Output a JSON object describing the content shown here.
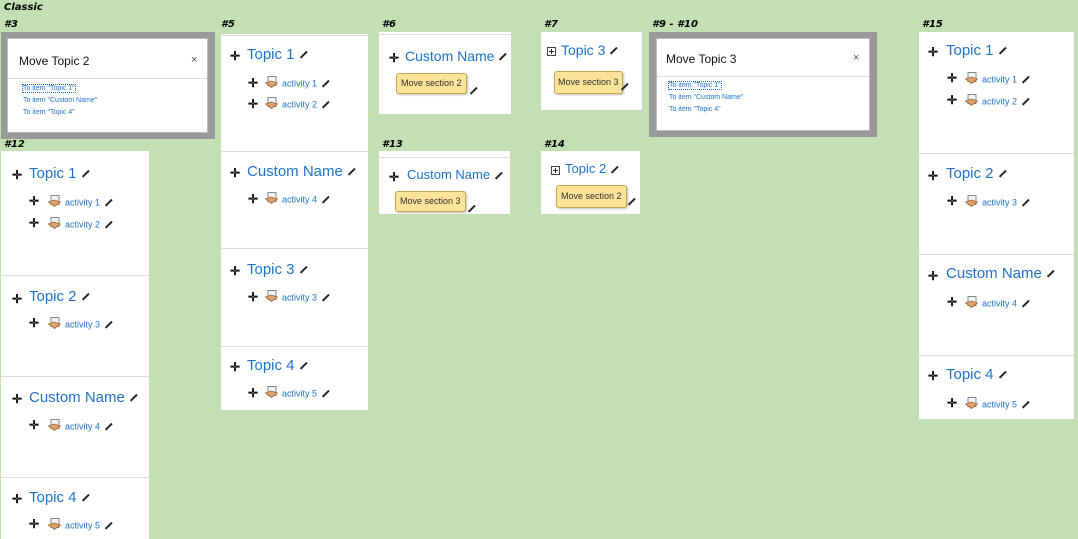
{
  "page": {
    "title": "Classic"
  },
  "panels": {
    "p3": {
      "label": "#3",
      "dialog_title": "Move Topic 2",
      "close": "×",
      "links": [
        "To item \"Topic 1\"",
        "To item \"Custom Name\"",
        "To item \"Topic 4\""
      ]
    },
    "p5": {
      "label": "#5",
      "sections": [
        {
          "title": "Topic 1",
          "activities": [
            "activity 1",
            "activity 2"
          ]
        },
        {
          "title": "Custom Name",
          "activities": [
            "activity 4"
          ]
        },
        {
          "title": "Topic 3",
          "activities": [
            "activity 3"
          ]
        },
        {
          "title": "Topic 4",
          "activities": [
            "activity 5"
          ]
        }
      ]
    },
    "p6": {
      "label": "#6",
      "title": "Custom Name",
      "tag": "Move section 2"
    },
    "p7": {
      "label": "#7",
      "title": "Topic 3",
      "tag": "Move section 3"
    },
    "p910": {
      "label": "#9 - #10",
      "dialog_title": "Move Topic 3",
      "close": "×",
      "links": [
        "To item \"Topic 1\"",
        "To item \"Custom Name\"",
        "To item \"Topic 4\""
      ]
    },
    "p12": {
      "label": "#12",
      "sections": [
        {
          "title": "Topic 1",
          "activities": [
            "activity 1",
            "activity 2"
          ]
        },
        {
          "title": "Topic 2",
          "activities": [
            "activity 3"
          ]
        },
        {
          "title": "Custom Name",
          "activities": [
            "activity 4"
          ]
        },
        {
          "title": "Topic 4",
          "activities": [
            "activity 5"
          ]
        }
      ]
    },
    "p13": {
      "label": "#13",
      "title": "Custom Name",
      "tag": "Move section 3"
    },
    "p14": {
      "label": "#14",
      "title": "Topic 2",
      "tag": "Move section 2"
    },
    "p15": {
      "label": "#15",
      "sections": [
        {
          "title": "Topic 1",
          "activities": [
            "activity 1",
            "activity 2"
          ]
        },
        {
          "title": "Topic 2",
          "activities": [
            "activity 3"
          ]
        },
        {
          "title": "Custom Name",
          "activities": [
            "activity 4"
          ]
        },
        {
          "title": "Topic 4",
          "activities": [
            "activity 5"
          ]
        }
      ]
    }
  },
  "icons": {
    "move": "move-cross-icon",
    "edit": "pencil-icon",
    "activity": "activity-page-icon",
    "expand": "plus-box-icon"
  },
  "colors": {
    "background": "#c5dfb4",
    "link": "#1e73c8",
    "tag_bg": "#fbe49a",
    "frame": "#999999"
  }
}
